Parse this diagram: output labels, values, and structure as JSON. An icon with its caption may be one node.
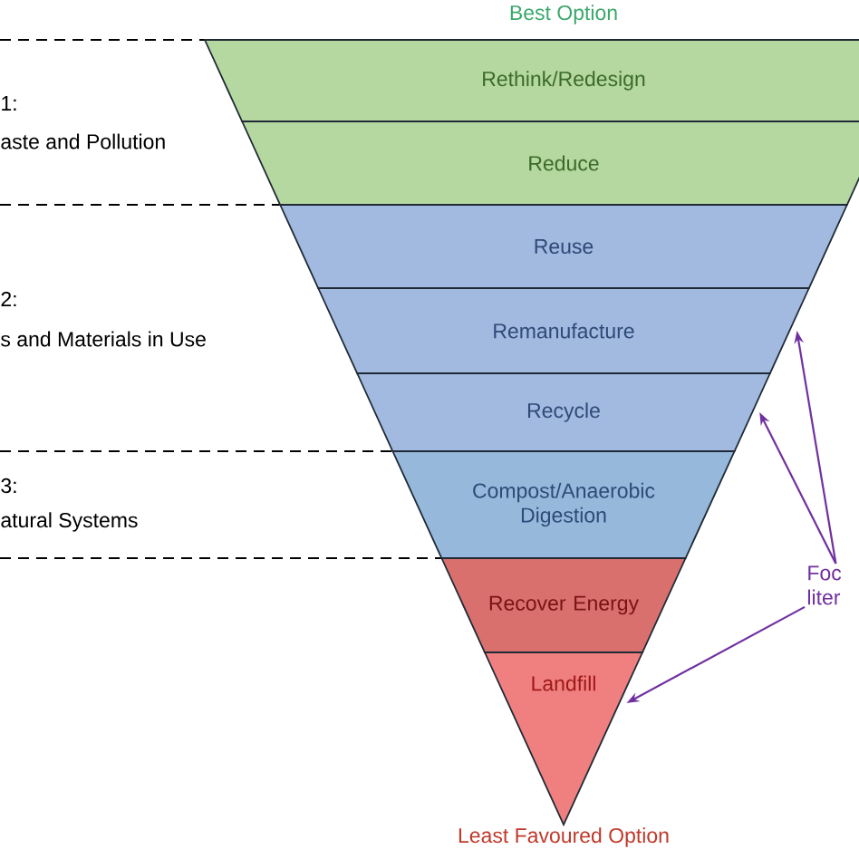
{
  "diagram": {
    "title": "Best Option",
    "caption": "Least Favoured Option",
    "nodes": [
      {
        "text": [
          "Rethink/Redesign"
        ]
      },
      {
        "text": [
          "Reduce"
        ]
      },
      {
        "text": [
          "Reuse"
        ]
      },
      {
        "text": [
          "Remanufacture"
        ]
      },
      {
        "text": [
          "Recycle"
        ]
      },
      {
        "text": [
          "Compost/Anaerobic Digestion"
        ]
      },
      {
        "text": [
          "Recover Energy"
        ]
      },
      {
        "text": [
          "Landfill"
        ]
      },
      {
        "text": [
          "Foc liter"
        ]
      }
    ],
    "edges": [
      {
        "from": 8,
        "to": 3,
        "arrow": "to"
      },
      {
        "from": 8,
        "to": 4,
        "arrow": "to"
      },
      {
        "from": 8,
        "to": 7,
        "arrow": "to"
      }
    ],
    "labels": [
      "1:",
      "aste and Pollution",
      "2:",
      "s and Materials in Use",
      "3:",
      "atural Systems"
    ]
  }
}
